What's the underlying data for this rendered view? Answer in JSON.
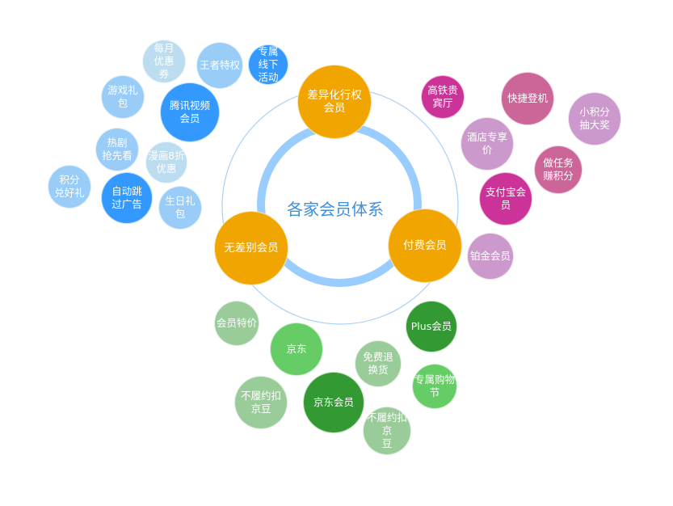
{
  "title": "各家会员体系",
  "colors": {
    "orange": "#f0a500",
    "ring": "#99ccff",
    "outer": "#a8d0f5",
    "title": "#3d8fe0"
  },
  "main_nodes": [
    {
      "label": "差异化行权\n会员",
      "color": "#f0a500"
    },
    {
      "label": "无差别会员",
      "color": "#f0a500"
    },
    {
      "label": "付费会员",
      "color": "#f0a500"
    }
  ],
  "tencent_nodes": [
    {
      "label": "每月\n优惠\n券",
      "color": "#bcdcf0"
    },
    {
      "label": "王者特权",
      "color": "#99ccf7"
    },
    {
      "label": "专属\n线下\n活动",
      "color": "#3399ff"
    },
    {
      "label": "游戏礼包",
      "color": "#99ccf7"
    },
    {
      "label": "腾讯视频\n会员",
      "color": "#3399ff"
    },
    {
      "label": "热剧\n抢先看",
      "color": "#99ccf7"
    },
    {
      "label": "漫画8折\n优惠",
      "color": "#bcdcf0"
    },
    {
      "label": "积分\n兑好礼",
      "color": "#99ccf7"
    },
    {
      "label": "自动跳\n过广告",
      "color": "#3399ff"
    },
    {
      "label": "生日礼包",
      "color": "#99ccf7"
    }
  ],
  "alipay_nodes": [
    {
      "label": "高铁贵宾厅",
      "color": "#cc3399"
    },
    {
      "label": "快捷登机",
      "color": "#cc6699"
    },
    {
      "label": "小积分\n抽大奖",
      "color": "#cc99cc"
    },
    {
      "label": "酒店专享\n价",
      "color": "#cc99cc"
    },
    {
      "label": "做任务\n赚积分",
      "color": "#cc6699"
    },
    {
      "label": "支付宝会\n员",
      "color": "#cc3399"
    },
    {
      "label": "铂金会员",
      "color": "#cc99cc"
    }
  ],
  "jd_nodes": [
    {
      "label": "会员特价",
      "color": "#99cc99"
    },
    {
      "label": "京东",
      "color": "#66cc66"
    },
    {
      "label": "Plus会员",
      "color": "#339933"
    },
    {
      "label": "免费退\n换货",
      "color": "#99cc99"
    },
    {
      "label": "不履约扣\n京豆",
      "color": "#99cc99"
    },
    {
      "label": "京东会员",
      "color": "#339933"
    },
    {
      "label": "专属购物\n节",
      "color": "#66cc66"
    },
    {
      "label": "不履约扣京\n豆",
      "color": "#99cc99"
    }
  ]
}
